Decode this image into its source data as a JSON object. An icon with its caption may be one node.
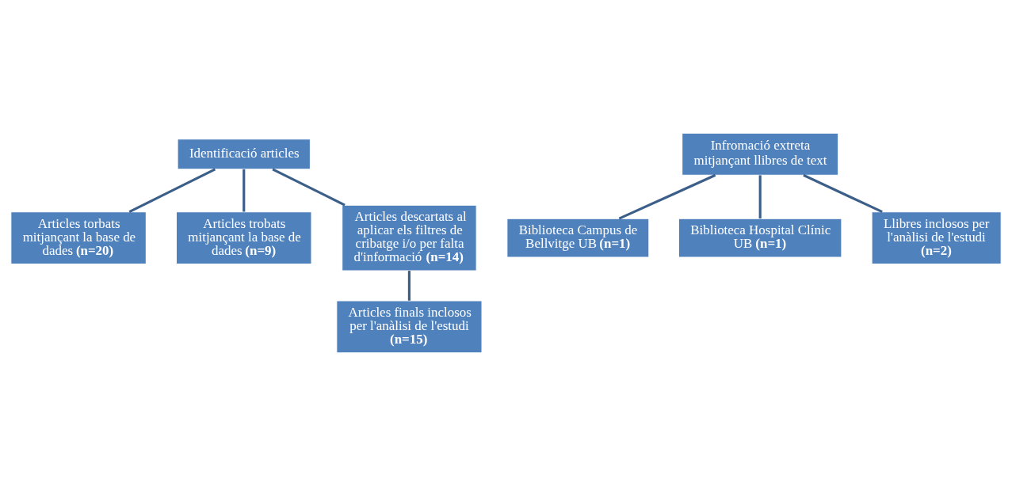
{
  "diagram": {
    "nodes": [
      {
        "text": [
          "Identificació articles"
        ]
      },
      {
        "text": [
          "Articles torbats mitjançant la base de dades **(n=20)**"
        ]
      },
      {
        "text": [
          "Articles trobats mitjançant la base de dades **(n=9)**"
        ]
      },
      {
        "text": [
          "Articles descartats al aplicar els filtres de cribatge i/o per falta d'informació **(n=14)**"
        ]
      },
      {
        "text": [
          "Articles finals inclosos per l'anàlisi de l'estudi **(n=15)**"
        ]
      },
      {
        "text": [
          "Infromació extreta mitjançant llibres de text"
        ]
      },
      {
        "text": [
          "Biblioteca Campus de Bellvitge UB **(n=1)**"
        ]
      },
      {
        "text": [
          "Biblioteca Hospital Clínic UB **(n=1)**"
        ]
      },
      {
        "text": [
          "Llibres inclosos per l'anàlisi de l'estudi **(n=2)**"
        ]
      }
    ],
    "edges": [
      {
        "from": 0,
        "to": 1,
        "arrow": "none"
      },
      {
        "from": 0,
        "to": 2,
        "arrow": "none"
      },
      {
        "from": 0,
        "to": 3,
        "arrow": "none"
      },
      {
        "from": 3,
        "to": 4,
        "arrow": "none"
      },
      {
        "from": 5,
        "to": 6,
        "arrow": "none"
      },
      {
        "from": 5,
        "to": 7,
        "arrow": "none"
      },
      {
        "from": 5,
        "to": 8,
        "arrow": "none"
      }
    ]
  }
}
